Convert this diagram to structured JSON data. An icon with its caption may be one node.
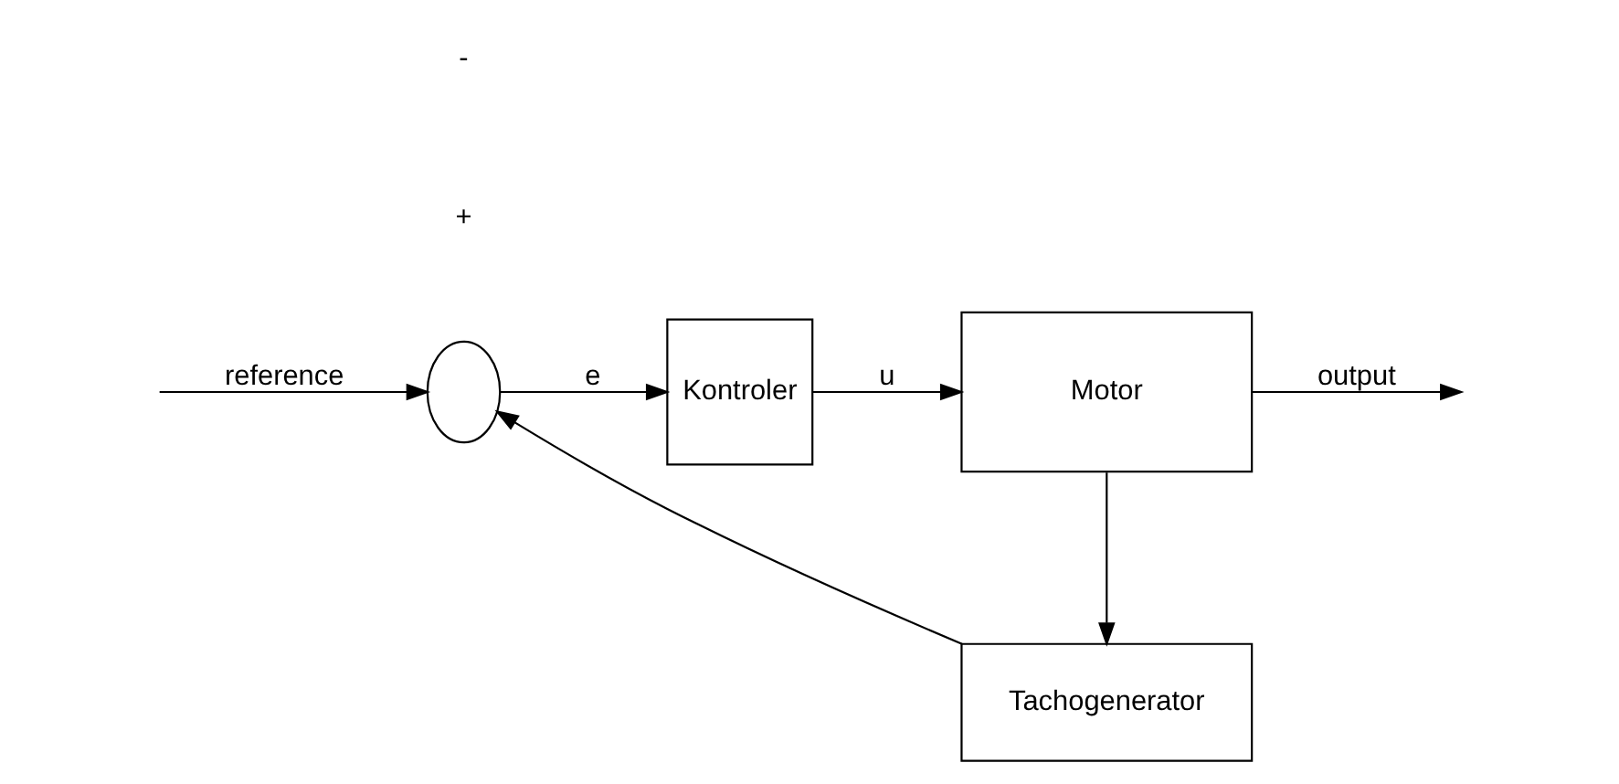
{
  "diagram": {
    "nodes": [
      {
        "text": [],
        "shape": "circle"
      },
      {
        "text": [
          "Kontroler"
        ]
      },
      {
        "text": [
          "Motor"
        ]
      },
      {
        "text": [
          "Tachogenerator"
        ]
      }
    ],
    "edges": [
      {
        "from": null,
        "to": 0,
        "arrow": "to",
        "label": "reference"
      },
      {
        "from": 0,
        "to": 1,
        "arrow": "to",
        "label": "e"
      },
      {
        "from": 1,
        "to": 2,
        "arrow": "to",
        "label": "u"
      },
      {
        "from": 2,
        "to": null,
        "arrow": "to",
        "label": "output"
      },
      {
        "from": 2,
        "to": 3,
        "arrow": "to"
      },
      {
        "from": 3,
        "to": 0,
        "arrow": "to"
      }
    ],
    "labels": [
      "+",
      "-"
    ]
  }
}
